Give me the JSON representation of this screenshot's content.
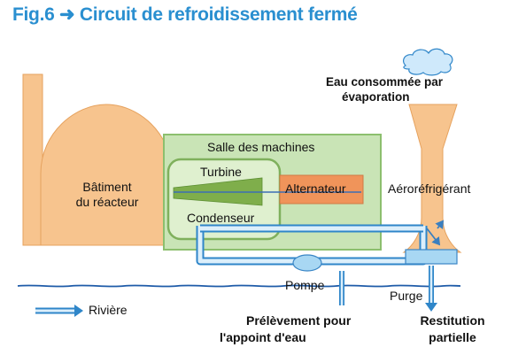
{
  "figure": {
    "title": "Fig.6 ➜ Circuit de refroidissement fermé"
  },
  "labels": {
    "reactor_building": [
      "Bâtiment",
      "du réacteur"
    ],
    "machine_hall": "Salle des machines",
    "turbine": "Turbine",
    "alternator": "Alternateur",
    "condenser": "Condenseur",
    "cooling_tower": "Aéroréfrigérant",
    "evaporation": [
      "Eau consommée par",
      "évaporation"
    ],
    "pump": "Pompe",
    "purge": "Purge",
    "intake": [
      "Prélèvement pour",
      "l'appoint d'eau"
    ],
    "return": [
      "Restitution",
      "partielle"
    ],
    "river_legend": "Rivière"
  },
  "colors": {
    "title": "#2a8fd0",
    "building_fill": "#f7c48e",
    "building_edge": "#e6a25e",
    "hall_fill": "#c9e4b6",
    "hall_edge": "#8cbf6e",
    "alternator": "#f0945a",
    "water_pipe": "#89c4ec",
    "river": "#1e5ba8"
  }
}
